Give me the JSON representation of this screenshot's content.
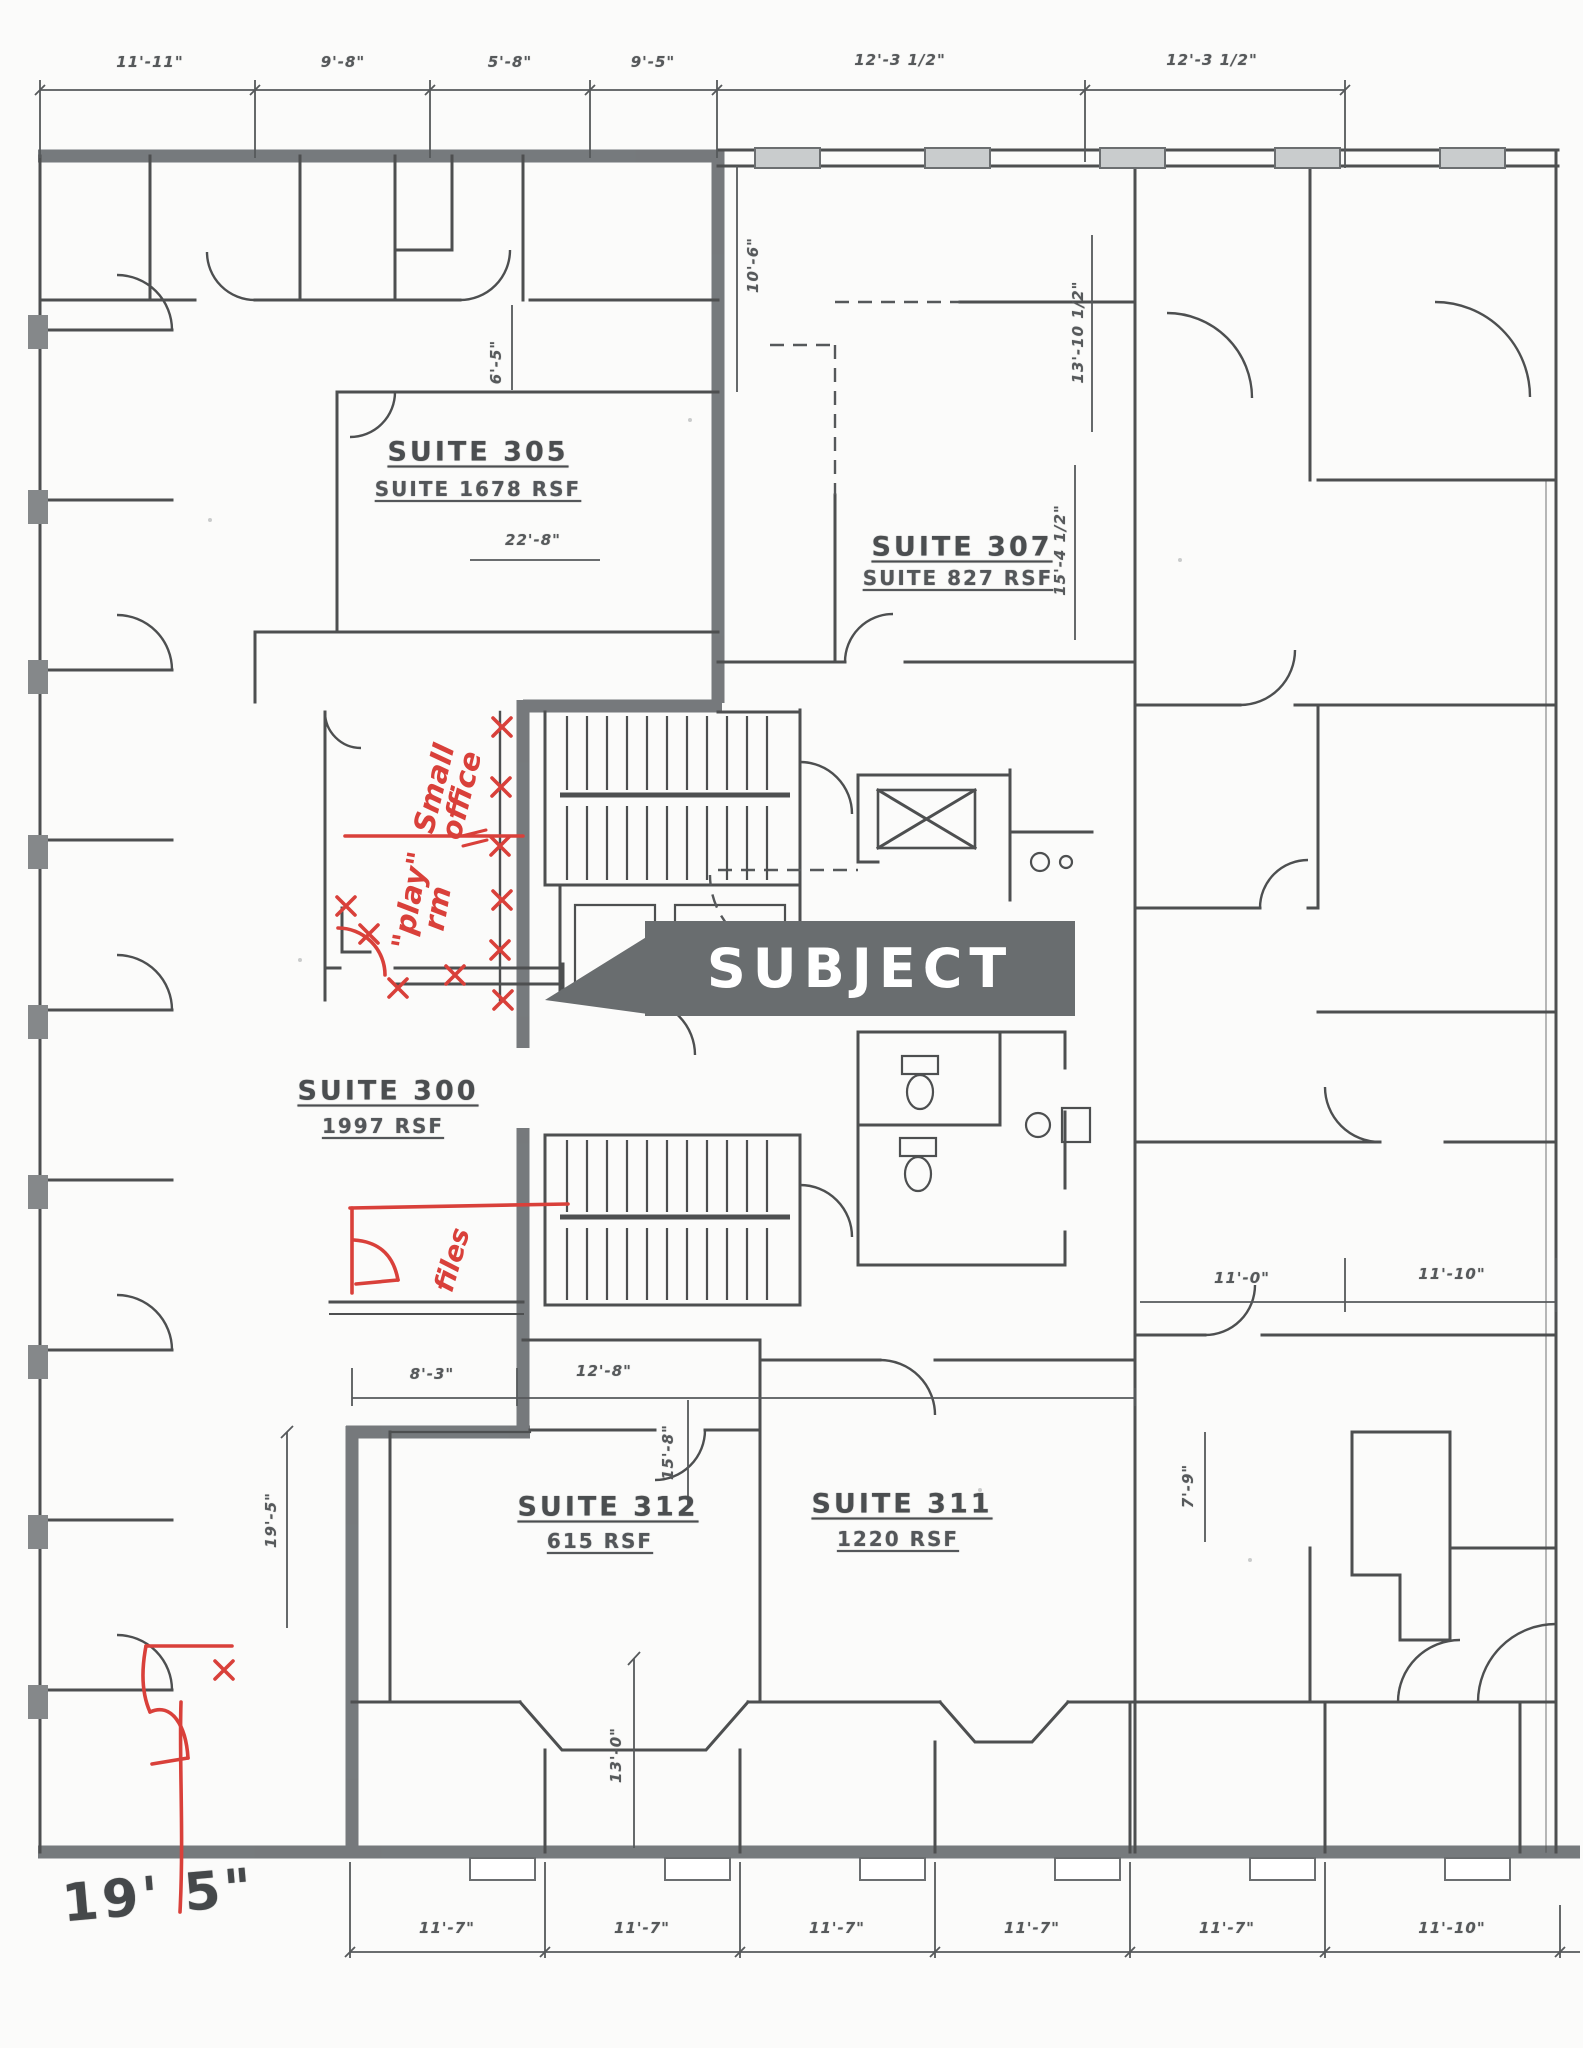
{
  "banner": {
    "label": "SUBJECT"
  },
  "suites": [
    {
      "name": "SUITE 305",
      "area": "SUITE 1678 RSF"
    },
    {
      "name": "SUITE 307",
      "area": "SUITE 827 RSF"
    },
    {
      "name": "SUITE 300",
      "area": "1997 RSF"
    },
    {
      "name": "SUITE 312",
      "area": "615 RSF"
    },
    {
      "name": "SUITE 311",
      "area": "1220 RSF"
    }
  ],
  "dimensions": {
    "top": [
      "11'-11\"",
      "9'-8\"",
      "5'-8\"",
      "9'-5\"",
      "12'-3 1/2\"",
      "12'-3 1/2\""
    ],
    "bottom": [
      "11'-7\"",
      "11'-7\"",
      "11'-7\"",
      "11'-7\"",
      "11'-7\"",
      "11'-10\""
    ],
    "right": [
      "11'-0\"",
      "11'-10\""
    ],
    "interior": {
      "suite305_width": "22'-8\"",
      "left_a": "8'-3\"",
      "left_b": "12'-8\""
    },
    "vertical": {
      "v1": "10'-6\"",
      "v2": "13'-10 1/2\"",
      "v3": "15'-4 1/2\"",
      "v4": "6'-5\"",
      "v5": "15'-8\"",
      "v6": "19'-5\"",
      "v7": "13'-0\"",
      "v8": "7'-9\""
    }
  },
  "handwritten": {
    "small_office": "Small office",
    "play_rm": "\"play\" rm",
    "files": "files",
    "bottom_measure": "19' 5\""
  },
  "colors": {
    "highlight_wall": "#6f7376",
    "banner_bg": "#696d6f",
    "annotation_red": "#d9403a",
    "ink": "#4d4f50"
  }
}
